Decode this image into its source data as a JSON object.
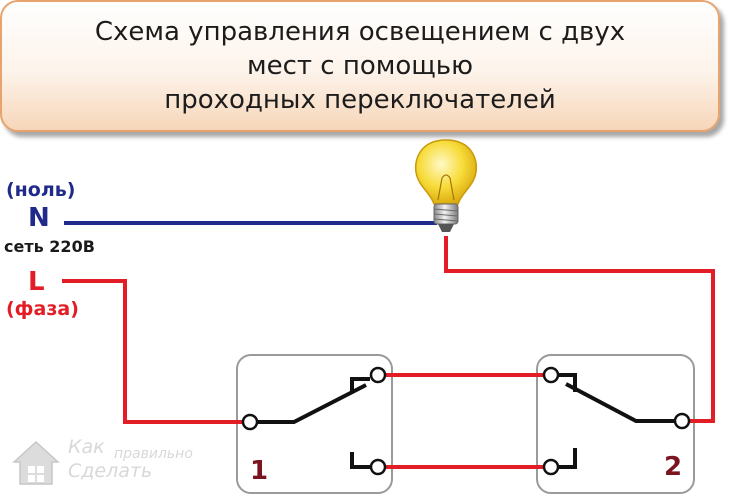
{
  "title": {
    "line1": "Схема управления освещением с двух",
    "line2": "мест с помощью",
    "line3": "проходных переключателей"
  },
  "labels": {
    "neutral_word": "(ноль)",
    "neutral_letter": "N",
    "network": "сеть 220В",
    "phase_letter": "L",
    "phase_word": "(фаза)"
  },
  "switches": [
    {
      "number": "1"
    },
    {
      "number": "2"
    }
  ],
  "watermark": {
    "brand_top": "Как",
    "brand_middle": "правильно",
    "brand_bottom": "Сделать"
  },
  "colors": {
    "neutral_wire": "#1f2a8a",
    "phase_wire": "#e31d25",
    "switch_box_border": "#9a9a9a",
    "title_border": "#e6a36d",
    "bulb_glass": "#f4d21f"
  }
}
